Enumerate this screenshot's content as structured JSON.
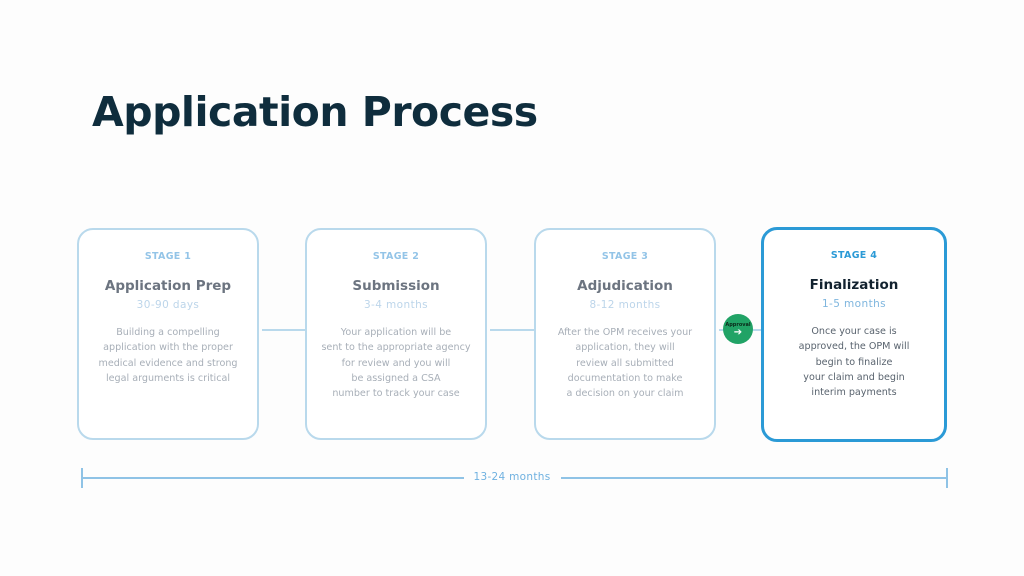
{
  "title": "Application Process",
  "stages": [
    {
      "stage": "STAGE 1",
      "name": "Application Prep",
      "duration": "30-90 days",
      "description": [
        "Building a compelling",
        "application with the proper",
        "medical evidence and strong",
        "legal arguments is critical"
      ]
    },
    {
      "stage": "STAGE 2",
      "name": "Submission",
      "duration": "3-4 months",
      "description": [
        "Your application will be",
        "sent to the appropriate agency",
        "for review and you will",
        "be assigned a CSA",
        "number to track your case"
      ]
    },
    {
      "stage": "STAGE 3",
      "name": "Adjudication",
      "duration": "8-12 months",
      "description": [
        "After the OPM receives your",
        "application, they will",
        "review all submitted",
        "documentation to make",
        "a decision on your claim"
      ]
    },
    {
      "stage": "STAGE 4",
      "name": "Finalization",
      "duration": "1-5 months",
      "description": [
        "Once your case is",
        "approved, the OPM will",
        "begin to finalize",
        "your claim and begin",
        "interim payments"
      ]
    }
  ],
  "approval_badge": {
    "label": "Approval",
    "arrow": "➔"
  },
  "timeline": {
    "label": "13-24 months"
  },
  "colors": {
    "accent": "#2b9ad6",
    "approval": "#21a366",
    "title": "#0f2d3d"
  }
}
